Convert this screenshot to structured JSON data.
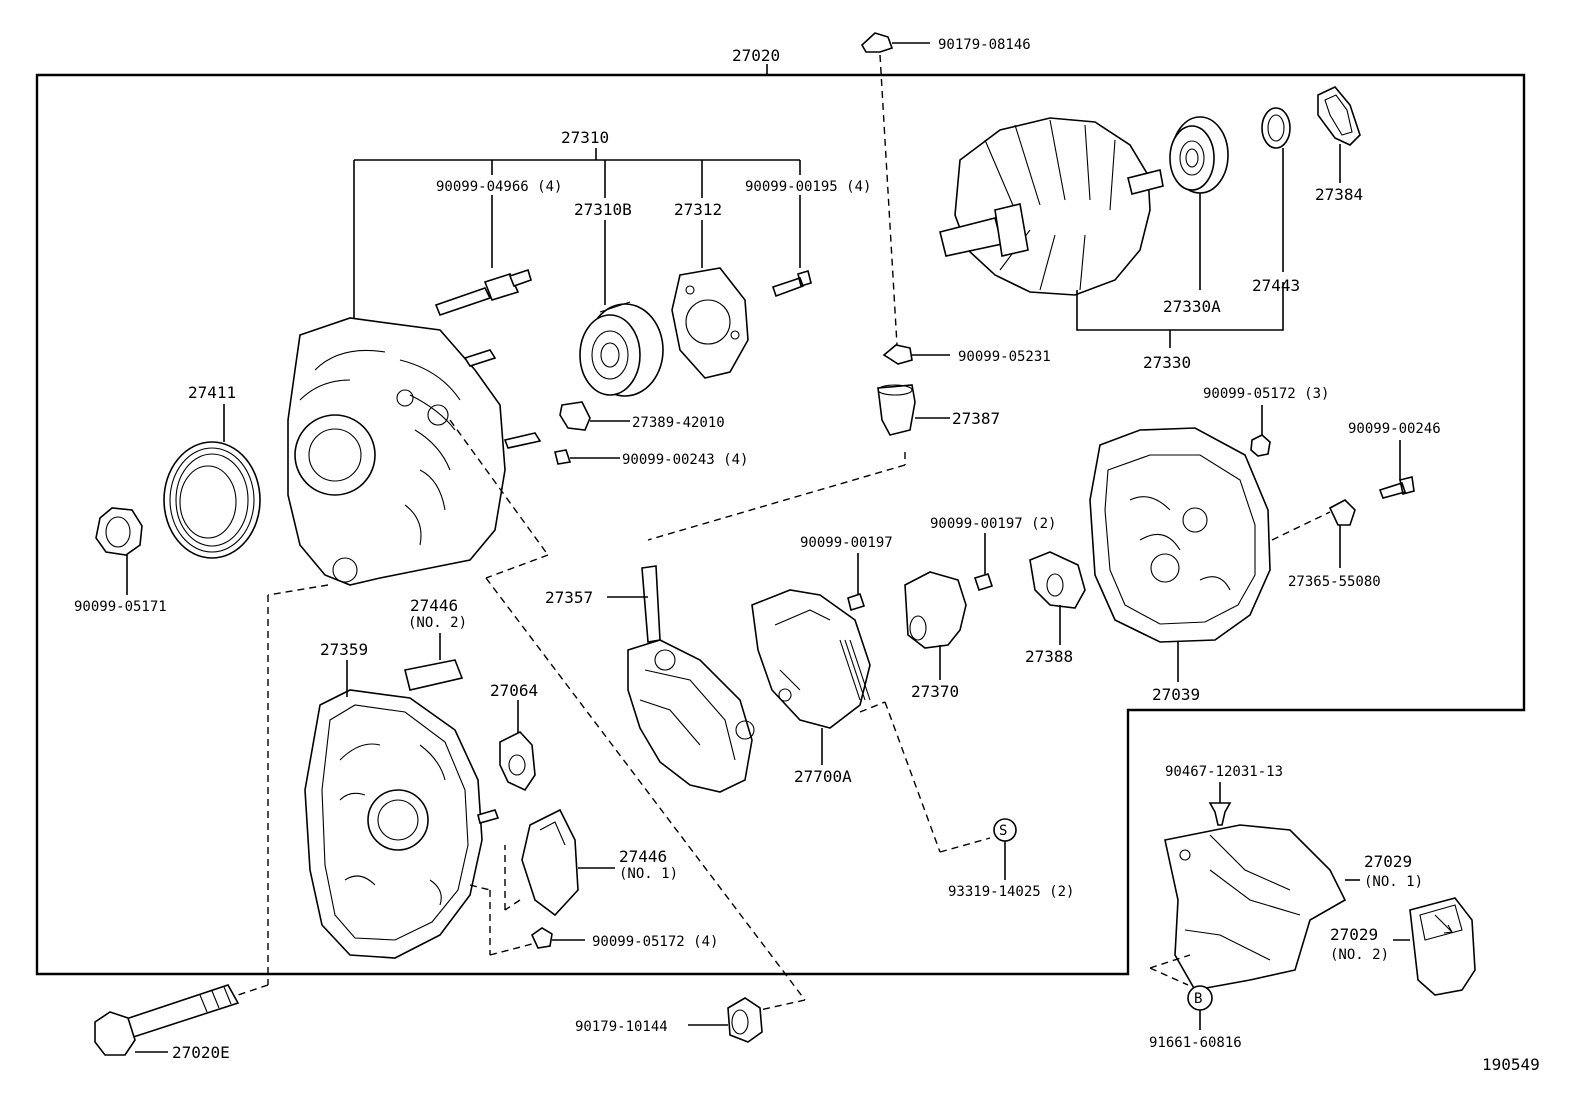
{
  "figure_id": "190549",
  "labels": {
    "assembly": "27020",
    "rect_frame": "27310",
    "bolt_4966": "90099-04966 (4)",
    "bearing_b": "27310B",
    "retainer": "27312",
    "screw_00195": "90099-00195 (4)",
    "pulley": "27411",
    "nut": "90099-05171",
    "insulator_42010": "27389-42010",
    "screw_00243": "90099-00243 (4)",
    "nut_08146": "90179-08146",
    "rotor_assy": "27330",
    "bearing_a": "27330A",
    "cover_27443": "27443",
    "cover_27384": "27384",
    "nut_05231": "90099-05231",
    "insulator_27387": "27387",
    "nut_05172_3": "90099-05172 (3)",
    "screw_00246": "90099-00246",
    "terminal_55080": "27365-55080",
    "end_cover": "27039",
    "screw_00197": "90099-00197",
    "screw_00197_2": "90099-00197 (2)",
    "holder_27388": "27388",
    "regulator_27370": "27370",
    "rectifier_27357": "27357",
    "regulator_27700a": "27700A",
    "drive_frame": "27359",
    "plate_no2_num": "27446",
    "plate_no2_tag": "(NO. 2)",
    "insulator_27064": "27064",
    "plate_no1_num": "27446",
    "plate_no1_tag": "(NO. 1)",
    "nut_05172_4": "90099-05172 (4)",
    "bolt_27020e": "27020E",
    "nut_10144": "90179-10144",
    "screw_14025": "93319-14025 (2)",
    "s_mark": "S",
    "clip_12031": "90467-12031-13",
    "cover_no1_num": "27029",
    "cover_no1_tag": "(NO. 1)",
    "cover_no2_num": "27029",
    "cover_no2_tag": "(NO. 2)",
    "b_mark": "B",
    "bolt_60816": "91661-60816"
  }
}
